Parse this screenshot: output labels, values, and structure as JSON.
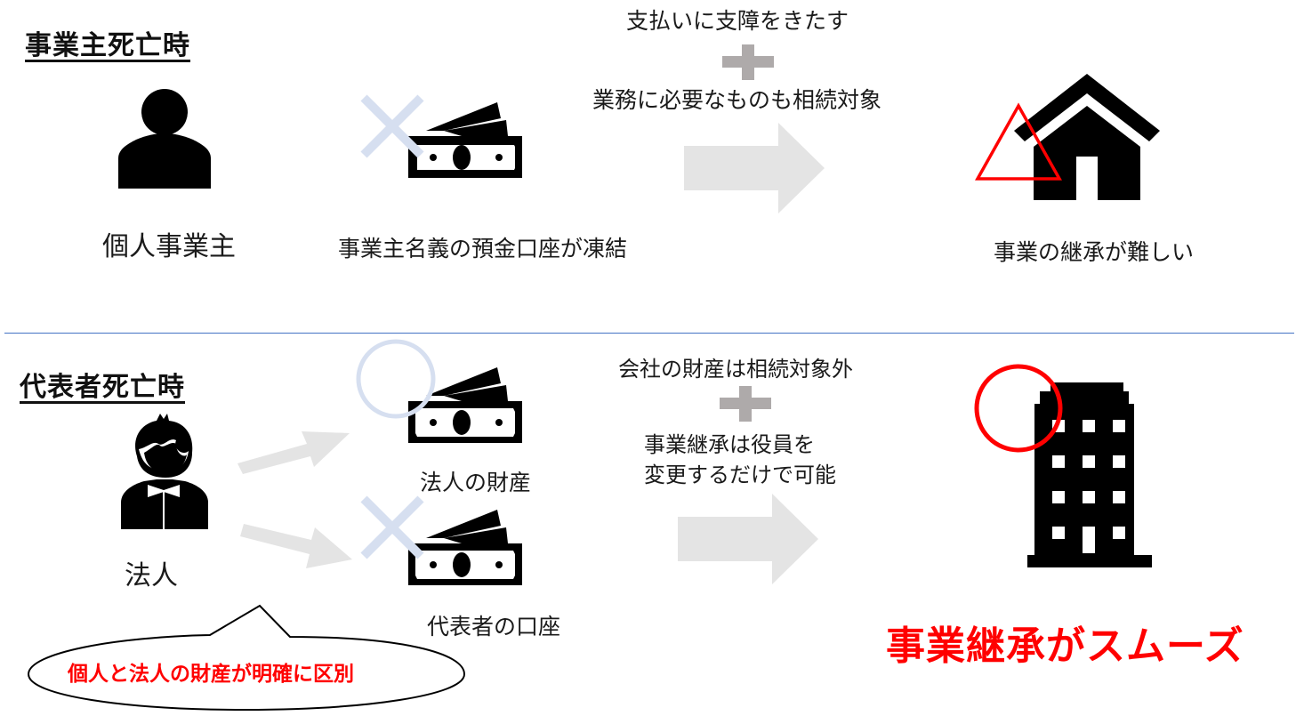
{
  "colors": {
    "accent_red": "#ff0000",
    "divider_blue": "#4472c4",
    "mark_light_blue": "#d6dff0",
    "arrow_gray": "#e4e4e4",
    "plus_gray": "#aeaaaa"
  },
  "top_section": {
    "heading": "事業主死亡時",
    "person_icon": "person-icon",
    "person_label": "個人事業主",
    "money_icon": "cash-icon",
    "money_mark": "cross-mark",
    "money_label": "事業主名義の預金口座が凍結",
    "reason_line1": "支払いに支障をきたす",
    "reason_line2": "業務に必要なものも相続対象",
    "result_icon": "house-icon",
    "result_mark": "triangle-mark",
    "result_label": "事業の継承が難しい"
  },
  "bottom_section": {
    "heading": "代表者死亡時",
    "person_icon": "businessman-icon",
    "person_label": "法人",
    "money_top_mark": "circle-mark",
    "money_top_label": "法人の財産",
    "money_bottom_mark": "cross-mark",
    "money_bottom_label": "代表者の口座",
    "reason_line1": "会社の財産は相続対象外",
    "reason_line2a": "事業継承は役員を",
    "reason_line2b": "変更するだけで可能",
    "result_icon": "office-building-icon",
    "result_mark": "circle-mark",
    "result_label": "事業継承がスムーズ",
    "callout_text": "個人と法人の財産が明確に区別"
  }
}
